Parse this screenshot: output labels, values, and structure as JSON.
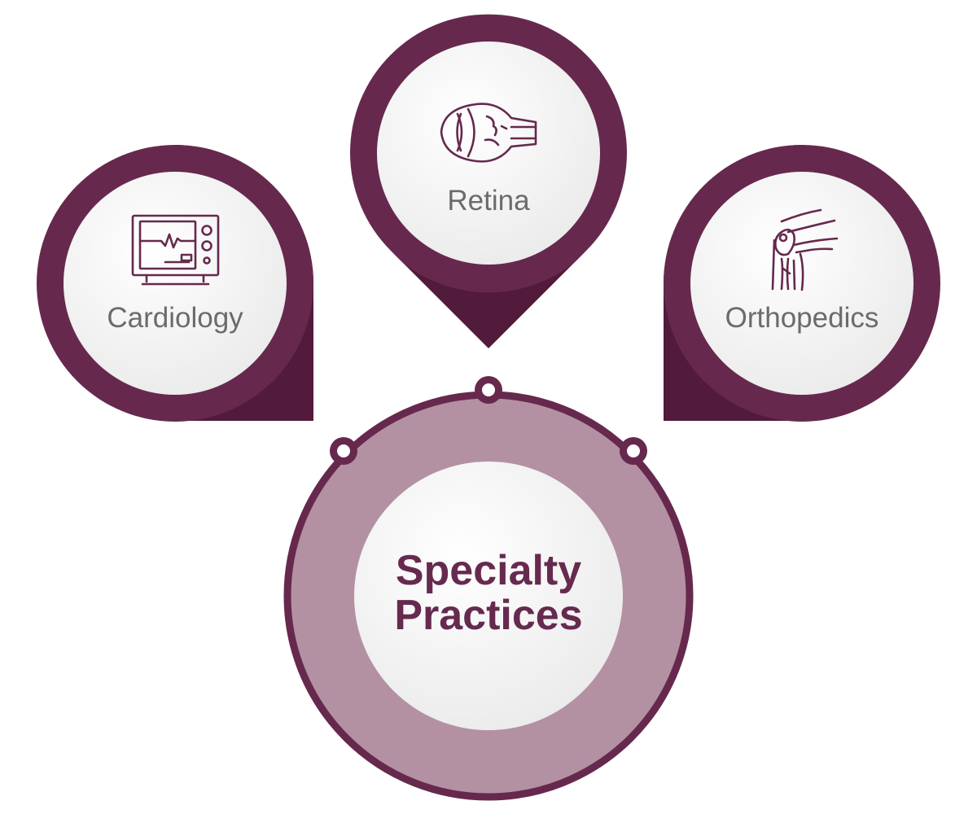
{
  "colors": {
    "dark": "#66294d",
    "shadow": "#521a3b",
    "ring_fill": "#b391a2",
    "inner": "#f3f3f3",
    "node_fill": "#ffffff"
  },
  "center": {
    "line1": "Specialty",
    "line2": "Practices"
  },
  "specialties": {
    "cardiology": {
      "label": "Cardiology",
      "icon": "heart-monitor-icon"
    },
    "retina": {
      "label": "Retina",
      "icon": "eye-icon"
    },
    "orthopedics": {
      "label": "Orthopedics",
      "icon": "knee-joint-icon"
    }
  }
}
